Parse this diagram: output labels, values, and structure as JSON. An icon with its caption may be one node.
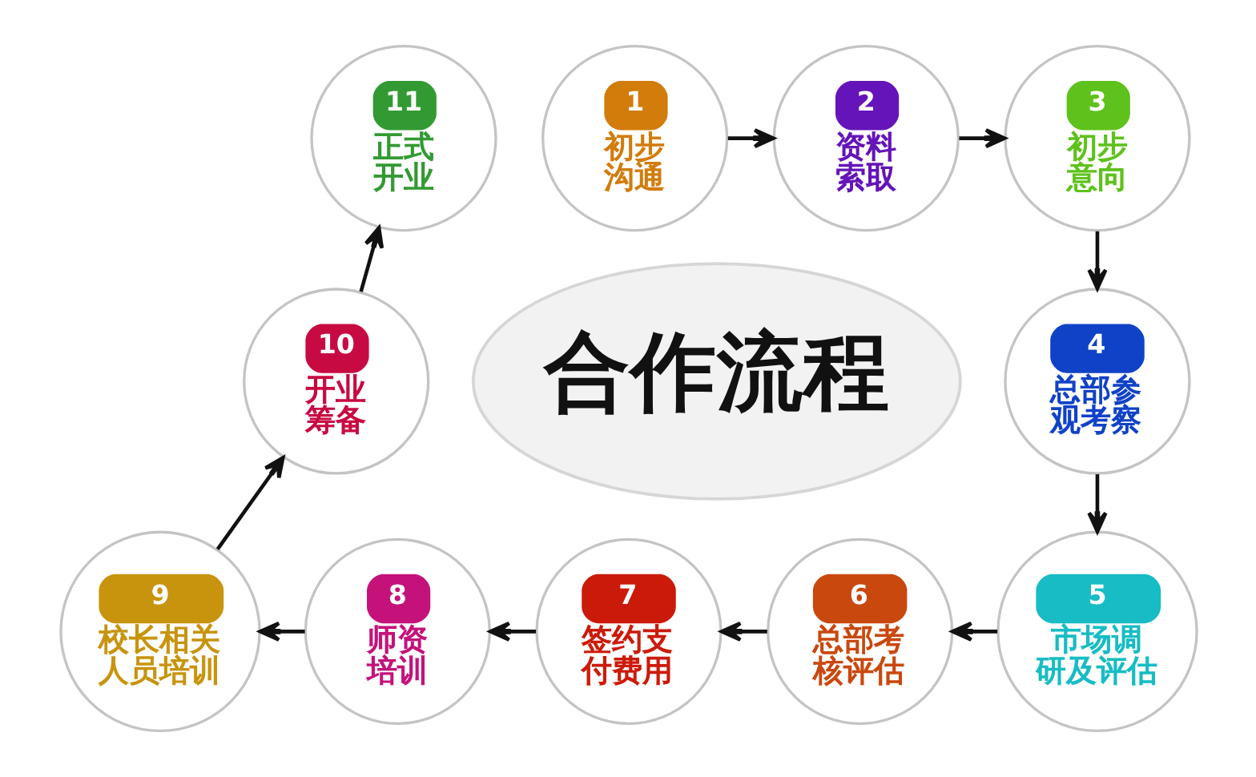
{
  "diagram": {
    "nodes": [
      {
        "text": [
          "合作流程"
        ]
      },
      {
        "text": [
          "1",
          "初步沟通"
        ]
      },
      {
        "text": [
          "2",
          "资料索取"
        ]
      },
      {
        "text": [
          "3",
          "初步意向"
        ]
      },
      {
        "text": [
          "4",
          "总部参观考察"
        ]
      },
      {
        "text": [
          "5",
          "市场调研及评估"
        ]
      },
      {
        "text": [
          "6",
          "总部考核评估"
        ]
      },
      {
        "text": [
          "7",
          "签约支付费用"
        ]
      },
      {
        "text": [
          "8",
          "师资培训"
        ]
      },
      {
        "text": [
          "9",
          "校长相关人员培训"
        ]
      },
      {
        "text": [
          "10",
          "开业筹备"
        ]
      },
      {
        "text": [
          "11",
          "正式开业"
        ]
      }
    ],
    "edges": [
      {
        "from": 1,
        "to": 2,
        "arrow": "to"
      },
      {
        "from": 2,
        "to": 3,
        "arrow": "to"
      },
      {
        "from": 3,
        "to": 4,
        "arrow": "to"
      },
      {
        "from": 4,
        "to": 5,
        "arrow": "to"
      },
      {
        "from": 5,
        "to": 6,
        "arrow": "to"
      },
      {
        "from": 6,
        "to": 7,
        "arrow": "to"
      },
      {
        "from": 7,
        "to": 8,
        "arrow": "to"
      },
      {
        "from": 8,
        "to": 9,
        "arrow": "to"
      },
      {
        "from": 9,
        "to": 10,
        "arrow": "to"
      },
      {
        "from": 10,
        "to": 11,
        "arrow": "to"
      }
    ]
  }
}
